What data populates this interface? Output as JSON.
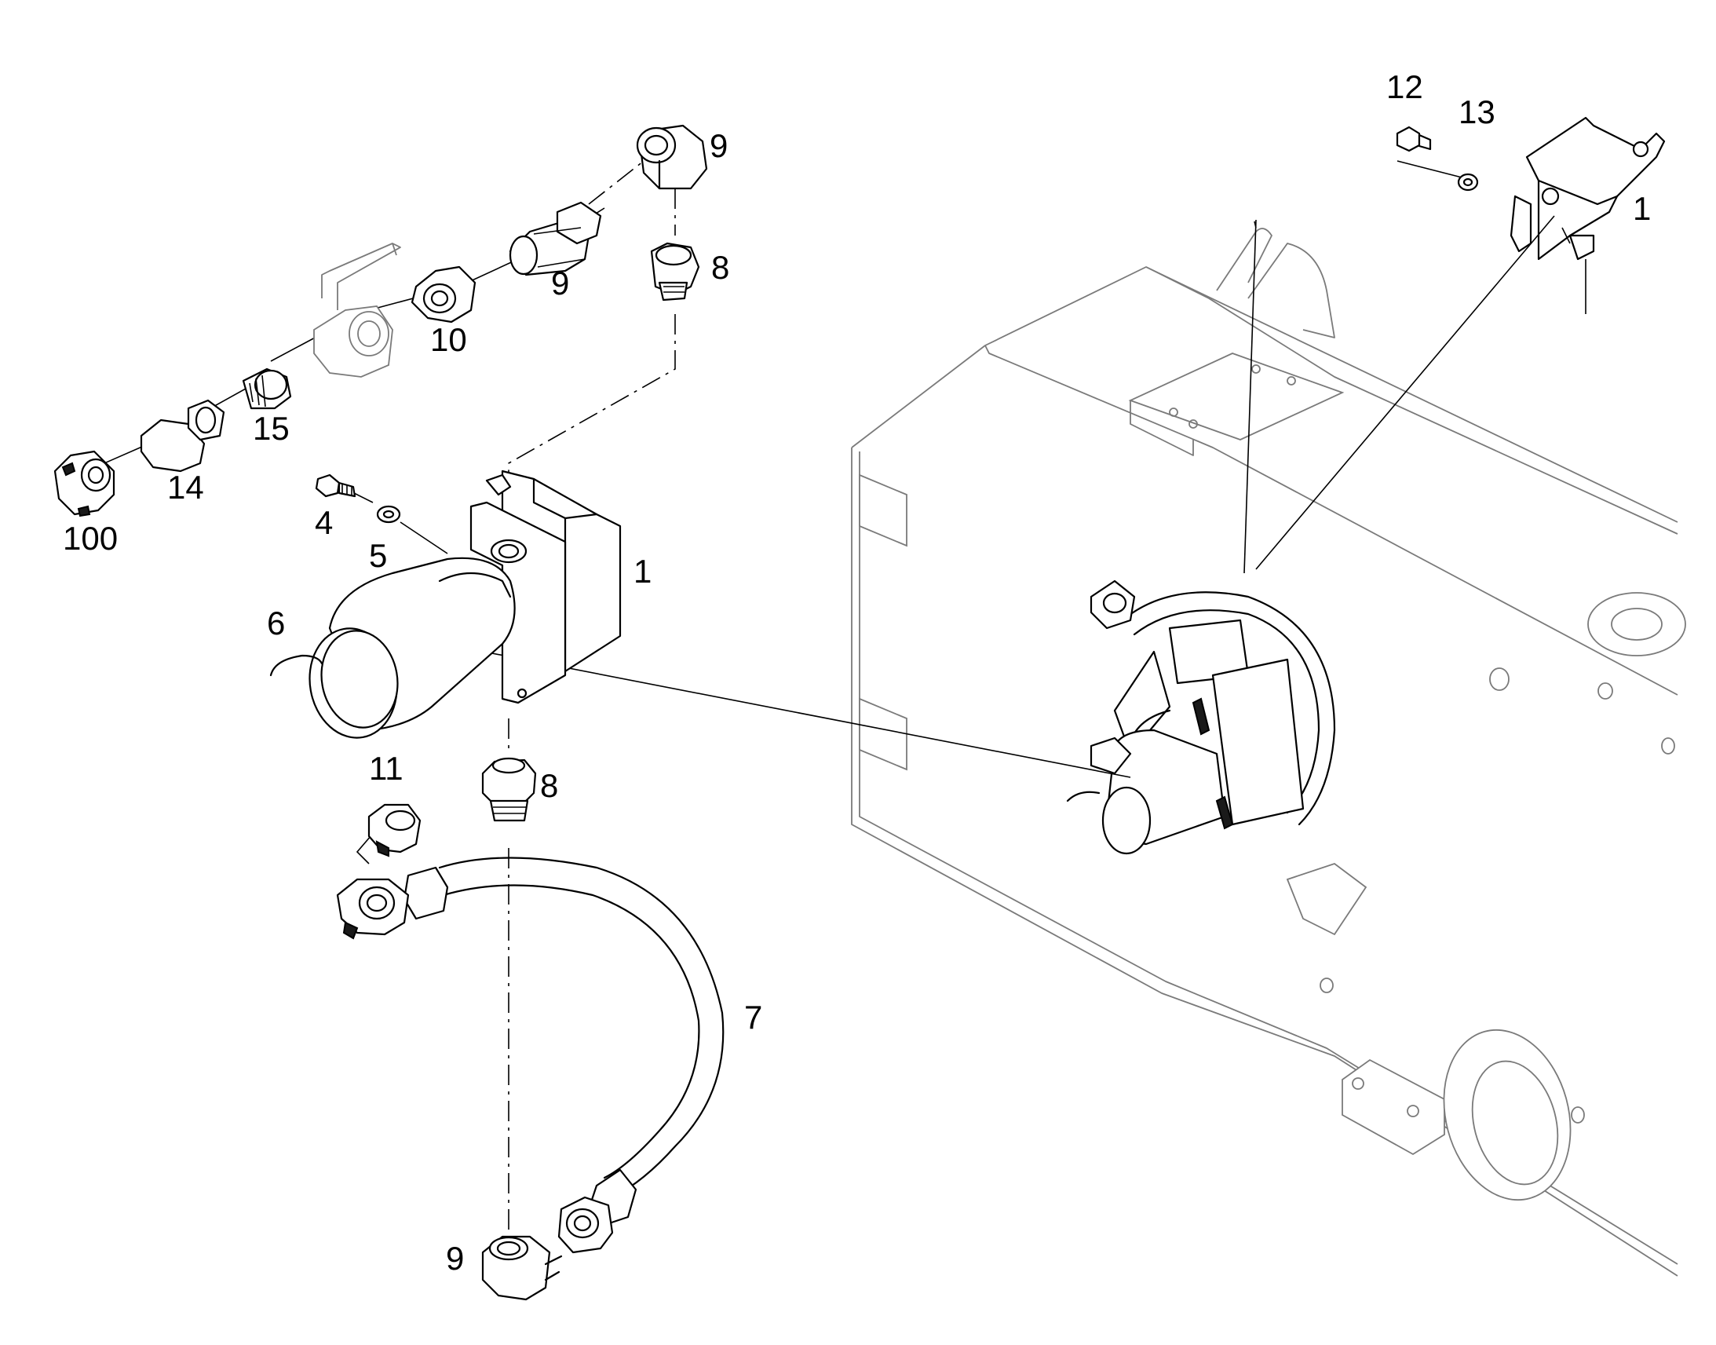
{
  "diagram": {
    "callouts": [
      {
        "id": "c12",
        "text": "12"
      },
      {
        "id": "c13",
        "text": "13"
      },
      {
        "id": "c1a",
        "text": "1"
      },
      {
        "id": "c9a",
        "text": "9"
      },
      {
        "id": "c8a",
        "text": "8"
      },
      {
        "id": "c9b",
        "text": "9"
      },
      {
        "id": "c10",
        "text": "10"
      },
      {
        "id": "c15",
        "text": "15"
      },
      {
        "id": "c14",
        "text": "14"
      },
      {
        "id": "c100",
        "text": "100"
      },
      {
        "id": "c4",
        "text": "4"
      },
      {
        "id": "c5",
        "text": "5"
      },
      {
        "id": "c1b",
        "text": "1"
      },
      {
        "id": "c6",
        "text": "6"
      },
      {
        "id": "c11",
        "text": "11"
      },
      {
        "id": "c8b",
        "text": "8"
      },
      {
        "id": "c7",
        "text": "7"
      },
      {
        "id": "c9c",
        "text": "9"
      }
    ]
  }
}
